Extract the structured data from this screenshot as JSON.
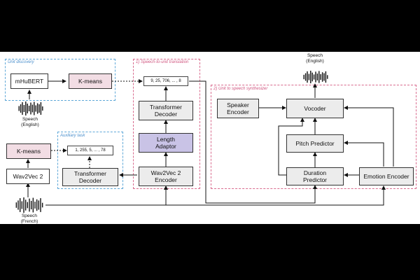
{
  "regions": {
    "unit_discovery": "Unit discovery",
    "auxiliary_task": "Auxiliary task",
    "s2u": "1)  Speech-to-unit translation",
    "u2s": "2)  Unit to speech synthesizer"
  },
  "blocks": {
    "mhubert": "mHuBERT",
    "kmeans_top": "K-means",
    "kmeans_left": "K-means",
    "wav2vec_left": "Wav2Vec 2",
    "aux_decoder": "Transformer\nDecoder",
    "s2u_encoder": "Wav2Vec 2\nEncoder",
    "length_adaptor": "Length\nAdaptor",
    "s2u_decoder": "Transformer\nDecoder",
    "speaker_encoder": "Speaker\nEncoder",
    "vocoder": "Vocoder",
    "pitch_predictor": "Pitch Predictor",
    "duration_predictor": "Duration\nPredictor",
    "emotion_encoder": "Emotion Encoder"
  },
  "sequences": {
    "aux_units": "1, 255, 5, ... , 78",
    "s2u_units": "9, 25, 706, ... , 8"
  },
  "captions": {
    "speech_output": "Speech\n(English)",
    "speech_english": "Speech\n(English)",
    "speech_french": "Speech\n(French)"
  },
  "colors": {
    "region_blue": "#5fa8d8",
    "region_pink": "#d96b8e",
    "kmeans_fill": "#f2dde4",
    "adaptor_fill": "#c9c3e6",
    "block_fill": "#ececec"
  }
}
